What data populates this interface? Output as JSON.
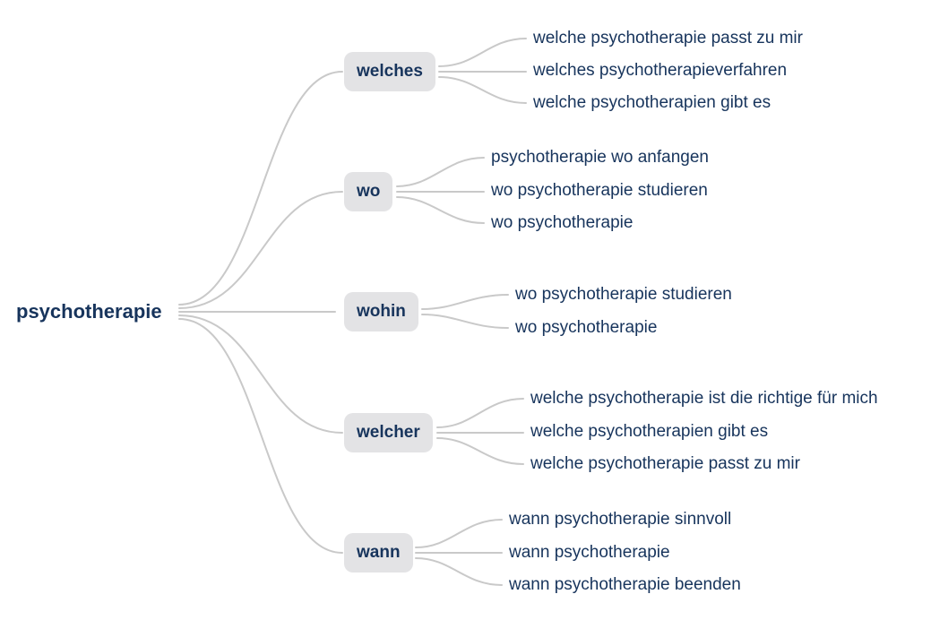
{
  "colors": {
    "node_bg": "#e3e3e5",
    "text": "#17345c",
    "line": "#c9c9c9",
    "background": "#ffffff"
  },
  "root": {
    "label": "psychotherapie"
  },
  "branches": [
    {
      "label": "welches",
      "leaves": [
        "welche psychotherapie passt zu mir",
        "welches psychotherapieverfahren",
        "welche psychotherapien gibt es"
      ]
    },
    {
      "label": "wo",
      "leaves": [
        "psychotherapie wo anfangen",
        "wo psychotherapie studieren",
        "wo psychotherapie"
      ]
    },
    {
      "label": "wohin",
      "leaves": [
        "wo psychotherapie studieren",
        "wo psychotherapie"
      ]
    },
    {
      "label": "welcher",
      "leaves": [
        "welche psychotherapie ist die richtige für mich",
        "welche psychotherapien gibt es",
        "welche psychotherapie passt zu mir"
      ]
    },
    {
      "label": "wann",
      "leaves": [
        "wann psychotherapie sinnvoll",
        "wann psychotherapie",
        "wann psychotherapie beenden"
      ]
    }
  ]
}
